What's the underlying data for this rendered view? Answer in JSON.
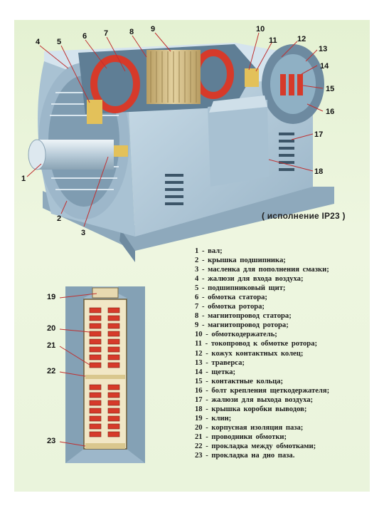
{
  "caption": "( исполнение  IP23 )",
  "callouts": {
    "n1": "1",
    "n2": "2",
    "n3": "3",
    "n4": "4",
    "n5": "5",
    "n6": "6",
    "n7": "7",
    "n8": "8",
    "n9": "9",
    "n10": "10",
    "n11": "11",
    "n12": "12",
    "n13": "13",
    "n14": "14",
    "n15": "15",
    "n16": "16",
    "n17": "17",
    "n18": "18",
    "n19": "19",
    "n20": "20",
    "n21": "21",
    "n22": "22",
    "n23": "23"
  },
  "legend": [
    "1 - вал;",
    "2 - крышка  подшипника;",
    "3 - масленка для пополнения смазки;",
    "4 - жалюзи для входа воздуха;",
    "5 - подшипниковый щит;",
    "6 - обмотка  статора;",
    "7 - обмотка  ротора;",
    "8 - магнитопровод  статора;",
    "9 - магнитопровод  ротора;",
    "10  - обмоткодержатель;",
    "11 - токопровод к обмотке ротора;",
    "12 - кожух  контактных  колец;",
    "13 - траверса;",
    "14 - щетка;",
    "15 - контактные   кольца;",
    "16 - болт  крепления  щеткодержателя;",
    "17 - жалюзи для выхода воздуха;",
    "18 - крышка коробки выводов;",
    "19 - клин;",
    "20 - корпусная  изоляция  паза;",
    "21 - проводники  обмотки;",
    "22 - прокладка  между обмотками;",
    "23 - прокладка  на дно  паза."
  ],
  "colors": {
    "sheet_bg": "#e6f2d6",
    "housing": "#b7cedd",
    "housing_dark": "#7c98ad",
    "winding": "#d63a2a",
    "core": "#c9b27c",
    "bracket": "#e3c15a",
    "line": "#c03030"
  }
}
